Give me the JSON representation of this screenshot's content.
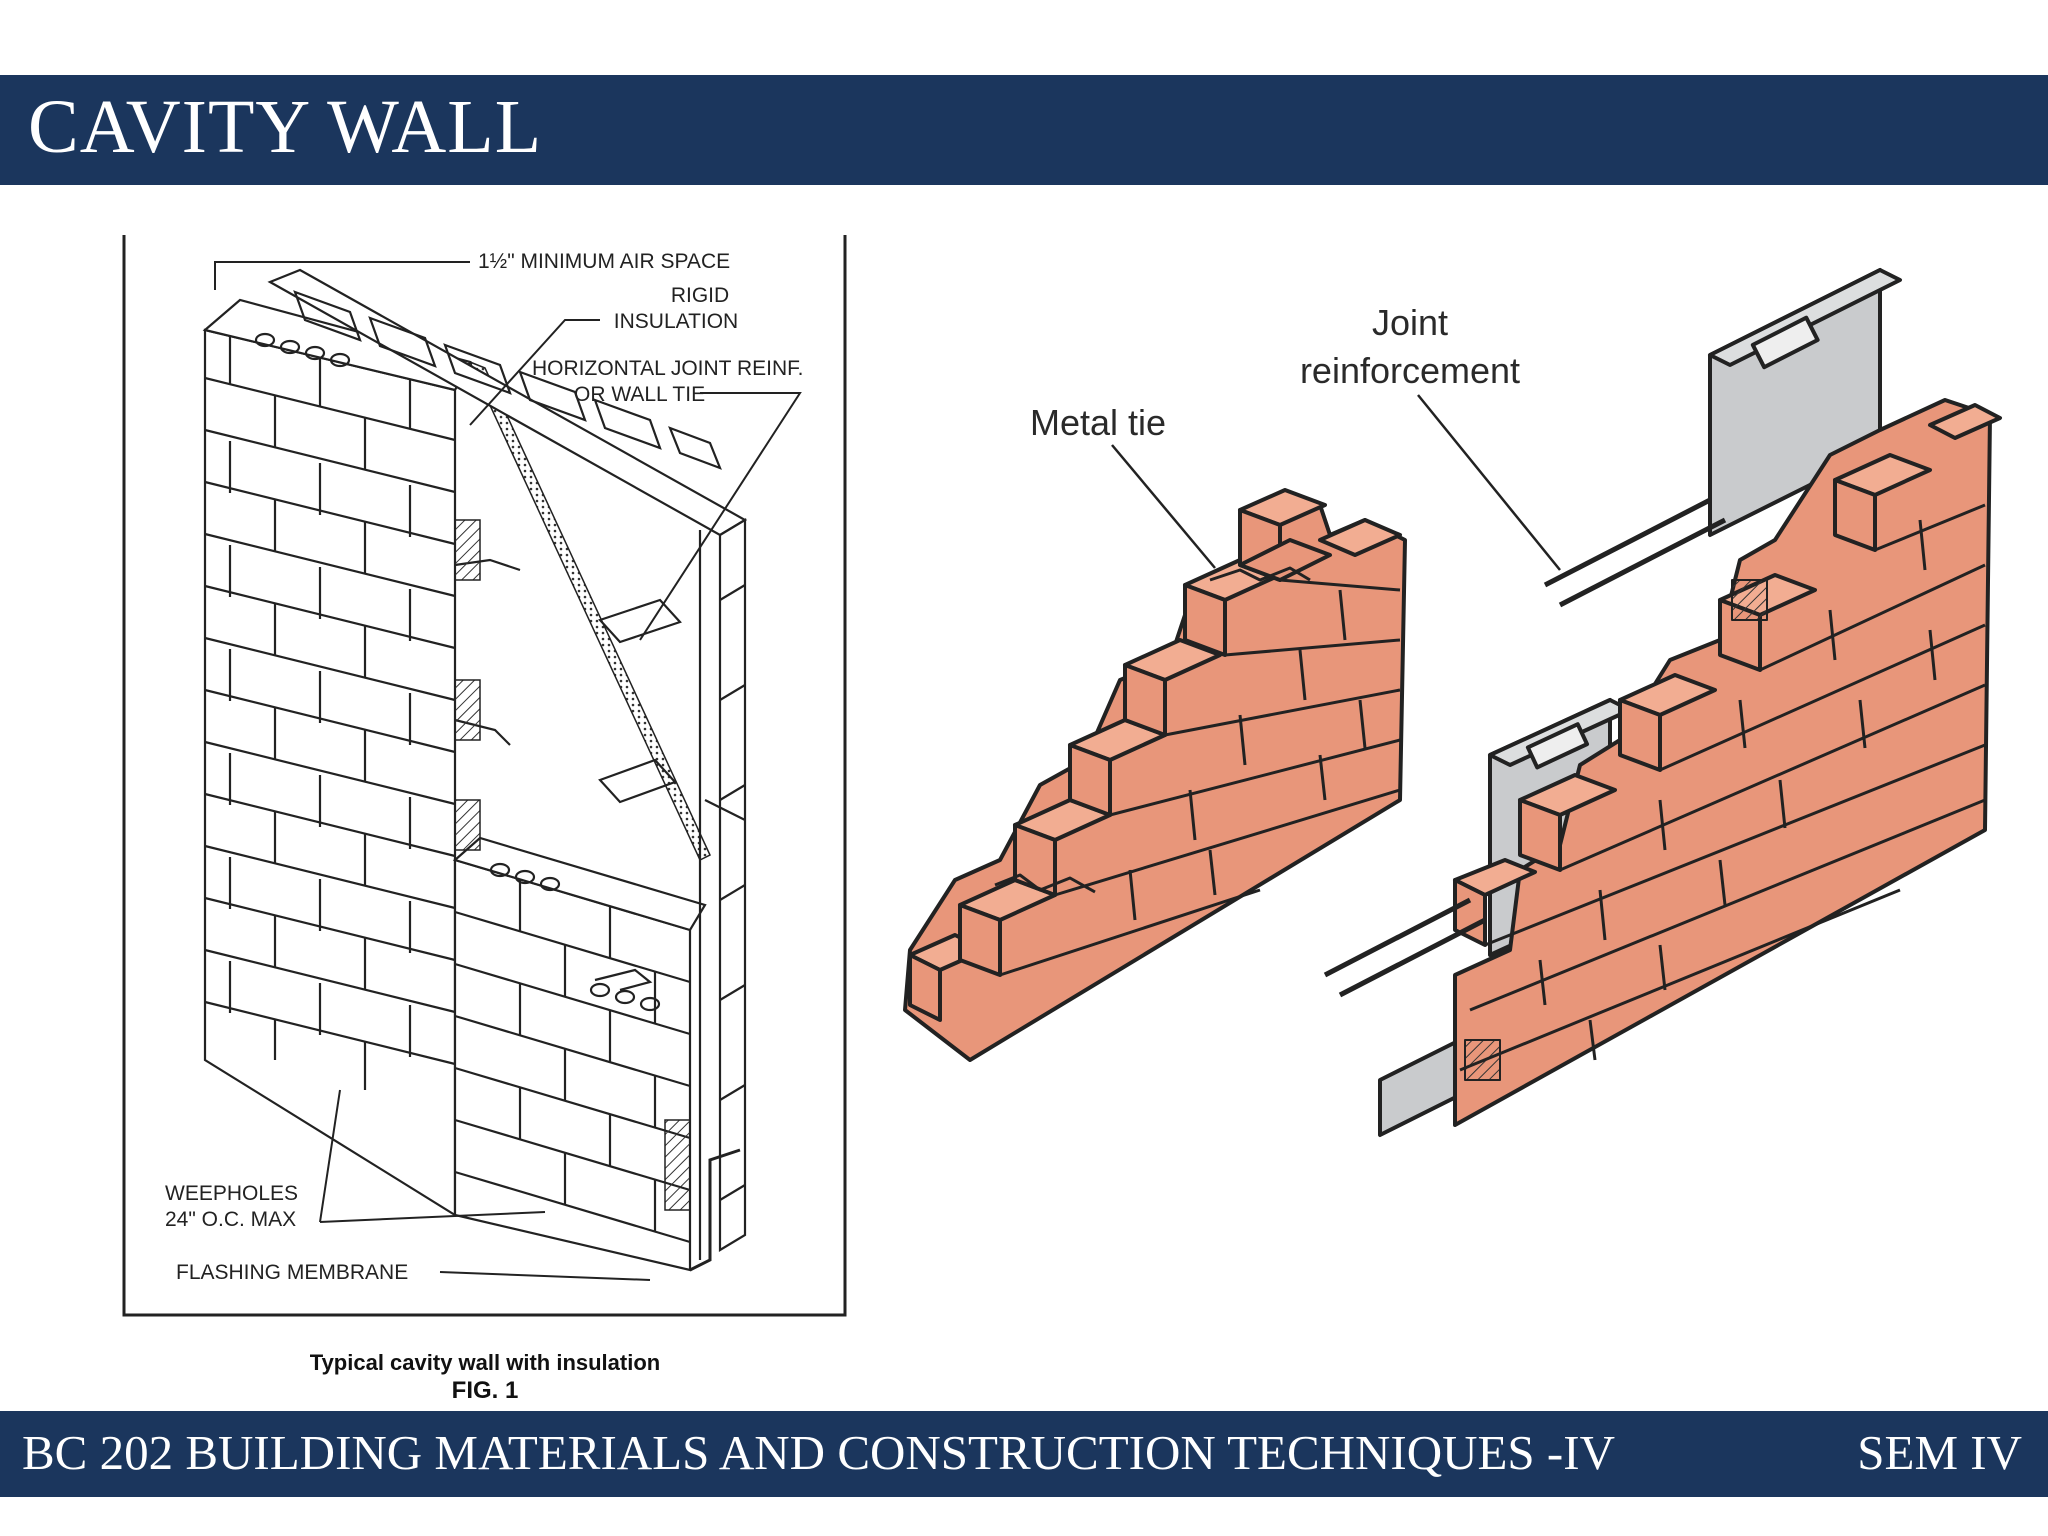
{
  "slide": {
    "title": "CAVITY WALL",
    "footer_course": "BC 202 BUILDING MATERIALS AND CONSTRUCTION TECHNIQUES -IV",
    "footer_sem": "SEM IV"
  },
  "fig1": {
    "labels": {
      "air_space": "1½\" MINIMUM AIR SPACE",
      "rigid": "RIGID",
      "insulation": "INSULATION",
      "joint_reinf_1": "HORIZONTAL JOINT REINF.",
      "joint_reinf_2": "OR WALL TIE",
      "weepholes_1": "WEEPHOLES",
      "weepholes_2": "24\" O.C. MAX",
      "flashing": "FLASHING MEMBRANE"
    },
    "caption": "Typical cavity wall with insulation",
    "fig_label": "FIG. 1"
  },
  "fig2": {
    "metal_tie": "Metal tie",
    "joint_1": "Joint",
    "joint_2": "reinforcement"
  },
  "colors": {
    "banner": "#1b365d",
    "brick": "#e8967a",
    "block": "#c9cbcd"
  }
}
